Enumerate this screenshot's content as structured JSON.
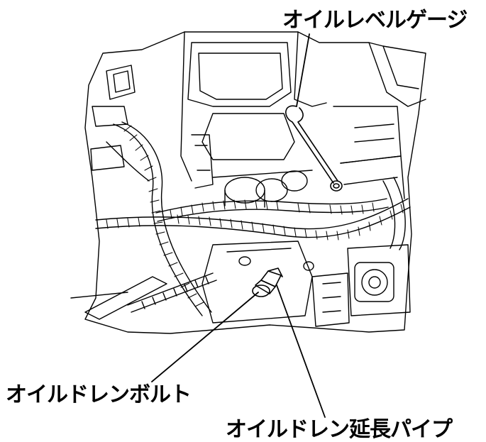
{
  "labels": {
    "oil_level_gauge": "オイルレベルゲージ",
    "oil_drain_bolt": "オイルドレンボルト",
    "oil_drain_extension_pipe": "オイルドレン延長パイプ"
  },
  "colors": {
    "line": "#000000",
    "background": "#ffffff"
  }
}
